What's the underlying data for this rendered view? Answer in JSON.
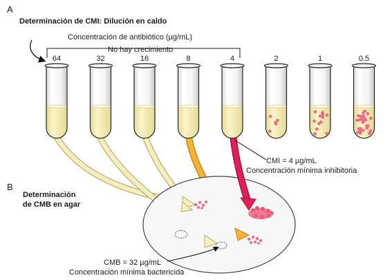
{
  "panel_a": {
    "letter": "A",
    "title": "Determinación de CMI: Dilución en caldo",
    "axis_label": "Concentración de antibiótico (µg/mL)",
    "no_growth_label": "No hay crecimiento",
    "tubes": [
      {
        "label": "64",
        "growth": "none"
      },
      {
        "label": "32",
        "growth": "none"
      },
      {
        "label": "16",
        "growth": "none"
      },
      {
        "label": "8",
        "growth": "none"
      },
      {
        "label": "4",
        "growth": "none"
      },
      {
        "label": "2",
        "growth": "low"
      },
      {
        "label": "1",
        "growth": "medium"
      },
      {
        "label": "0.5",
        "growth": "high"
      }
    ],
    "mic_value": "CMI = 4 µg/mL",
    "mic_name": "Concentración mínima inhibitoria"
  },
  "panel_b": {
    "letter": "B",
    "title_line1": "Determinación",
    "title_line2": "de CMB en agar",
    "mbc_value": "CMB = 32 µg/mL",
    "mbc_name": "Concentración mínima bactericida"
  },
  "colors": {
    "broth": "#f6efb6",
    "arrow_pale": "#f7eec0",
    "arrow_orange": "#f2b33a",
    "arrow_red": "#e0205a",
    "colony": "#ec6a86",
    "plate": "#f7f7f7"
  }
}
